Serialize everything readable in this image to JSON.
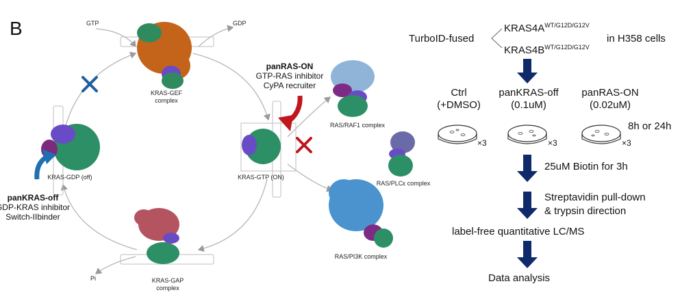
{
  "panel_label": "B",
  "cycle": {
    "gtp": "GTP",
    "gdp": "GDP",
    "pi": "Pi",
    "kras_gef": [
      "KRAS-GEF",
      "complex"
    ],
    "kras_gap": [
      "KRAS-GAP",
      "complex"
    ],
    "kras_gdp": "KRAS-GDP (off)",
    "kras_gtp": "KRAS-GTP (ON)",
    "effectors": {
      "raf1": "RAS/RAF1 complex",
      "plc": "RAS/PLCε complex",
      "pi3k": "RAS/PI3K complex"
    }
  },
  "inhibitors": {
    "off": {
      "name": "panKRAS-off",
      "line1": "GDP-KRAS inhibitor",
      "line2": "Switch-IIbinder",
      "color": "#1f6fb2"
    },
    "on": {
      "name": "panRAS-ON",
      "line1": "GTP-RAS inhibitor",
      "line2": "CyPA recruiter",
      "color": "#c0161c"
    }
  },
  "workflow": {
    "fused_prefix": "TurboID-fused",
    "kras4a": "KRAS4A",
    "kras4b": "KRAS4B",
    "superscript": "WT/G12D/G12V",
    "cells": "in H358 cells",
    "conditions": [
      {
        "line1": "Ctrl",
        "line2": "(+DMSO)"
      },
      {
        "line1": "panKRAS-off",
        "line2": "(0.1uM)"
      },
      {
        "line1": "panRAS-ON",
        "line2": "(0.02uM)"
      }
    ],
    "replicates": "×3",
    "time": "8h or 24h",
    "step_biotin": "25uM Biotin for 3h",
    "step_pulldown_1": "Streptavidin pull-down",
    "step_pulldown_2": "& trypsin direction",
    "step_ms": "label-free quantitative LC/MS",
    "step_analysis": "Data analysis",
    "arrow_color": "#0f2a6b"
  }
}
